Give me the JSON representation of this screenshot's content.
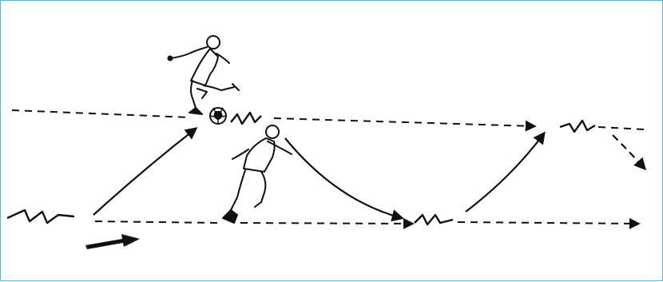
{
  "diagram": {
    "frame_color": "#4db8d8",
    "ink_color": "#111111",
    "elements": [
      {
        "name": "upper-dashed-line",
        "kind": "dashed path"
      },
      {
        "name": "lower-dashed-line",
        "kind": "dashed path"
      },
      {
        "name": "direction-arrow",
        "kind": "solid arrow"
      },
      {
        "name": "player-kicking",
        "kind": "figure"
      },
      {
        "name": "player-running",
        "kind": "figure"
      },
      {
        "name": "ball",
        "kind": "soccer-ball-icon"
      }
    ]
  }
}
